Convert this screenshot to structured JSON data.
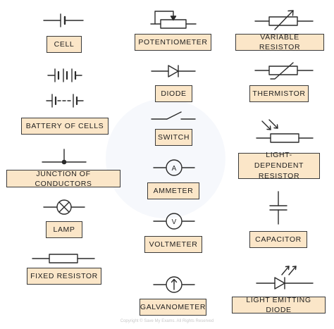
{
  "labels": {
    "cell": "CELL",
    "battery": "BATTERY OF CELLS",
    "junction": "JUNCTION OF CONDUCTORS",
    "lamp": "LAMP",
    "fixed_resistor": "FIXED RESISTOR",
    "potentiometer": "POTENTIOMETER",
    "diode": "DIODE",
    "switch": "SWITCH",
    "ammeter": "AMMETER",
    "voltmeter": "VOLTMETER",
    "galvanometer": "GALVANOMETER",
    "variable_resistor": "VARIABLE RESISTOR",
    "thermistor": "THERMISTOR",
    "ldr": "LIGHT-DEPENDENT\nRESISTOR",
    "capacitor": "CAPACITOR",
    "led": "LIGHT EMITTING DIODE"
  },
  "meter_letters": {
    "ammeter": "A",
    "voltmeter": "V"
  },
  "watermark": "Copyright © Save My Exams. All Rights Reserved",
  "colors": {
    "label_fill": "#fbe6c8",
    "line": "#2a2a2a"
  }
}
